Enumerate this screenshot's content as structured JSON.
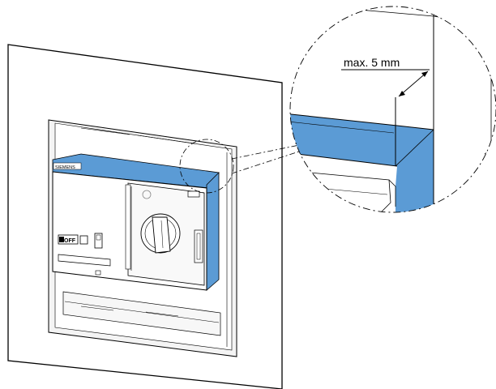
{
  "diagram": {
    "brand_label": "SIEMENS",
    "switch_label": "OFF",
    "dimension_label": "max. 5 mm",
    "colors": {
      "seal": "#5b9bd5",
      "line": "#000000",
      "panel": "#ffffff",
      "frame": "#f2f2f2"
    }
  }
}
